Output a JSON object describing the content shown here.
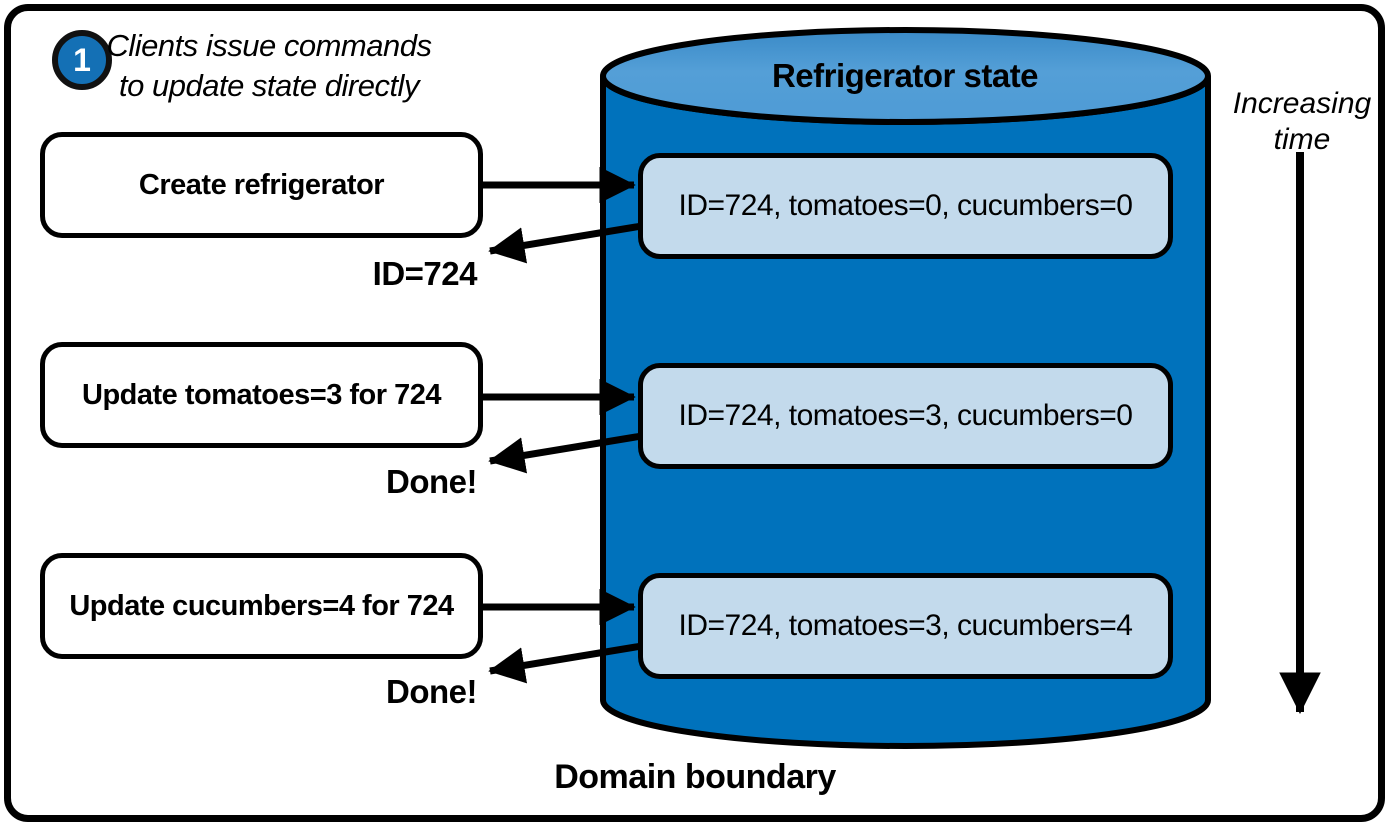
{
  "step": {
    "number": "1",
    "note_line1": "Clients issue commands",
    "note_line2": "to update state directly"
  },
  "commands": [
    {
      "label": "Create refrigerator",
      "response": "ID=724"
    },
    {
      "label": "Update tomatoes=3 for 724",
      "response": "Done!"
    },
    {
      "label": "Update cucumbers=4 for 724",
      "response": "Done!"
    }
  ],
  "store": {
    "title": "Refrigerator state",
    "states": [
      {
        "text": "ID=724, tomatoes=0, cucumbers=0"
      },
      {
        "text": "ID=724, tomatoes=3, cucumbers=0"
      },
      {
        "text": "ID=724, tomatoes=3, cucumbers=4"
      }
    ]
  },
  "timeline": {
    "line1": "Increasing",
    "line2": "time"
  },
  "boundary": {
    "label": "Domain boundary"
  },
  "colors": {
    "cylinder_body": "#0072BC",
    "cylinder_top": "#4E9BD5",
    "state_box_fill": "#C3DAEC",
    "badge_fill": "#1470B5",
    "stroke": "#000000"
  }
}
